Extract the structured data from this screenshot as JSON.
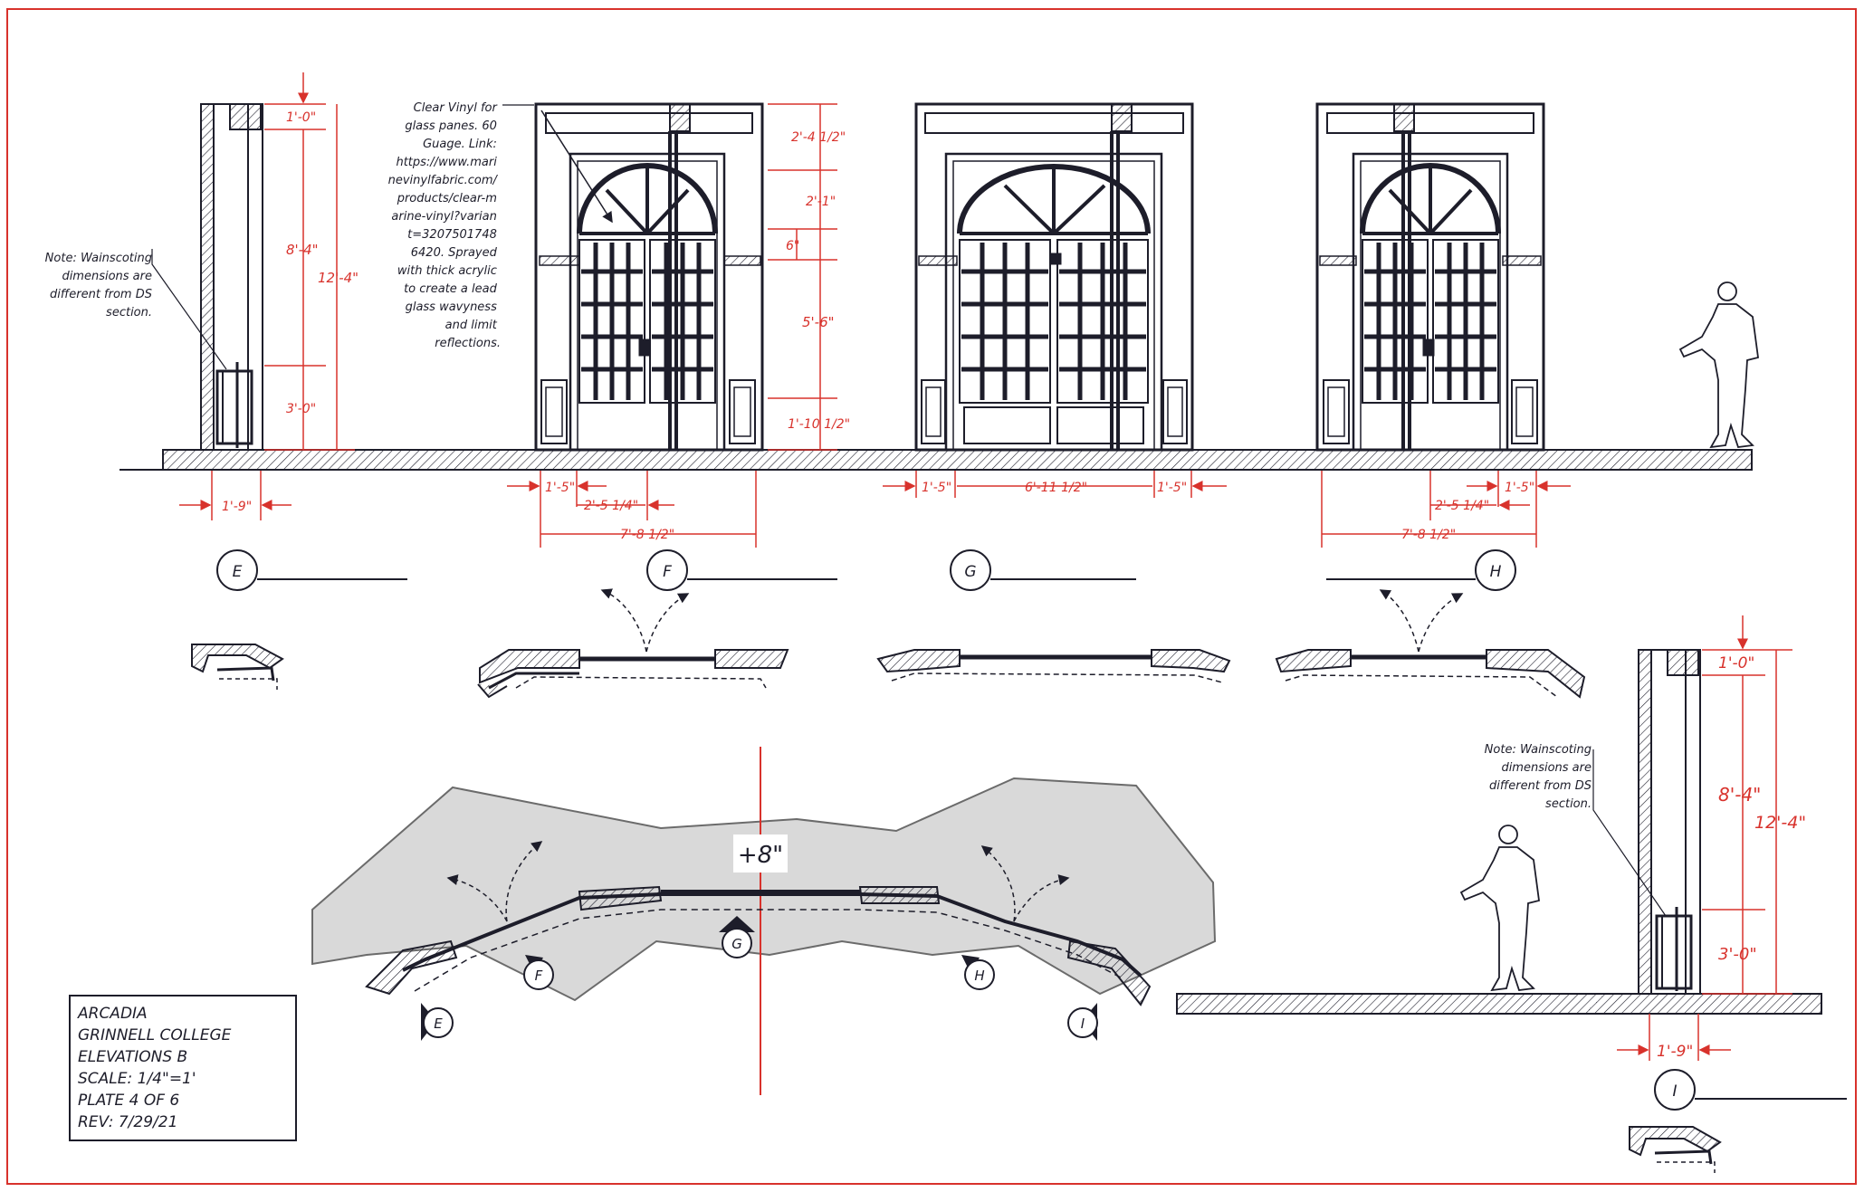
{
  "colors": {
    "ink": "#1d1d2a",
    "dim": "#d8322c",
    "floor": "#d9d9d9",
    "border": "#d8322c"
  },
  "notes": {
    "vinyl": [
      "Clear Vinyl for",
      "glass panes.  60",
      "Guage.  Link:",
      "https://www.mari",
      "nevinylfabric.com/",
      "products/clear-m",
      "arine-vinyl?varian",
      "t=3207501748",
      "6420.  Sprayed",
      "with thick acrylic",
      "to create a lead",
      "glass wavyness",
      "and limit",
      "reflections."
    ],
    "wainscot_left": [
      "Note:  Wainscoting",
      "dimensions are",
      "different from DS",
      "section."
    ],
    "wainscot_right": [
      "Note:  Wainscoting",
      "dimensions are",
      "different from DS",
      "section."
    ]
  },
  "dims": {
    "e_top": "1'-0\"",
    "e_mid": "8'-4\"",
    "e_total": "12'-4\"",
    "e_low": "3'-0\"",
    "e_width": "1'-9\"",
    "f_2_4": "2'-4 1/2\"",
    "f_2_1": "2'-1\"",
    "f_6": "6\"",
    "f_5_6": "5'-6\"",
    "f_1_10": "1'-10 1/2\"",
    "f_1_5": "1'-5\"",
    "f_2_5": "2'-5 1/4\"",
    "f_7_8": "7'-8 1/2\"",
    "g_1_5a": "1'-5\"",
    "g_6_11": "6'-11 1/2\"",
    "g_1_5b": "1'-5\"",
    "h_2_5": "2'-5 1/4\"",
    "h_1_5": "1'-5\"",
    "h_7_8": "7'-8 1/2\"",
    "i_top": "1'-0\"",
    "i_mid": "8'-4\"",
    "i_total": "12'-4\"",
    "i_low": "3'-0\"",
    "i_width": "1'-9\""
  },
  "section_labels": {
    "e": "E",
    "f": "F",
    "g": "G",
    "h": "H",
    "i": "I"
  },
  "plan_marker": "+8\"",
  "title_block": [
    "ARCADIA",
    "GRINNELL COLLEGE",
    "ELEVATIONS B",
    "SCALE: 1/4\"=1'",
    "PLATE 4 OF 6",
    "REV: 7/29/21"
  ]
}
